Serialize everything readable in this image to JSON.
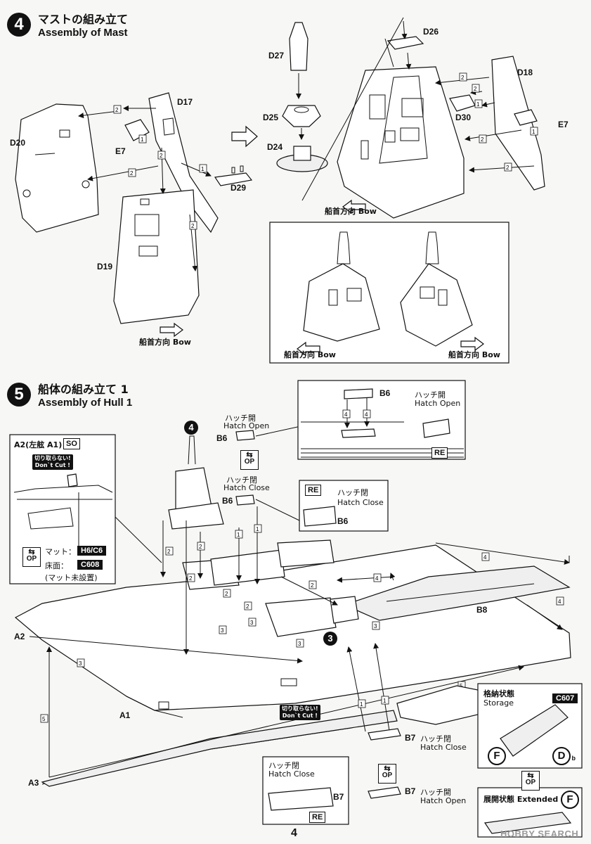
{
  "step4": {
    "number": "4",
    "title_jp": "マストの組み立て",
    "title_en": "Assembly of Mast",
    "parts": [
      "D17",
      "D18",
      "D19",
      "D20",
      "D24",
      "D25",
      "D26",
      "D27",
      "D29",
      "D30",
      "E7",
      "E7"
    ],
    "bow_label": "船首方向 Bow"
  },
  "step5": {
    "number": "5",
    "title_jp": "船体の組み立て 1",
    "title_en": "Assembly of Hull 1",
    "ref_step4": "4",
    "ref_step3": "3",
    "parts": [
      "A1",
      "A2",
      "A3",
      "B8",
      "B6",
      "B6",
      "B6",
      "B7",
      "B7",
      "B7"
    ],
    "hatch_open_jp": "ハッチ開",
    "hatch_open_en": "Hatch Open",
    "hatch_close_jp": "ハッチ閉",
    "hatch_close_en": "Hatch Close",
    "re": "RE",
    "op": "OP",
    "dont_cut_jp": "切り取らない!",
    "dont_cut_en": "Don`t Cut !",
    "inset_a2_title": "A2(左舷 A1)",
    "inset_a2_badge": "SO",
    "mat_label": "マット：",
    "mat_value": "H6/C6",
    "floor_label": "床面：",
    "floor_value": "C608",
    "mat_note": "(マット未設置)",
    "storage_jp": "格納状態",
    "storage_en": "Storage",
    "storage_part": "C607",
    "circle_f": "F",
    "circle_d": "D",
    "circle_d_sub": "b",
    "extended": "展開状態 Extended"
  },
  "page_number": "4",
  "watermark": "HOBBY SEARCH"
}
